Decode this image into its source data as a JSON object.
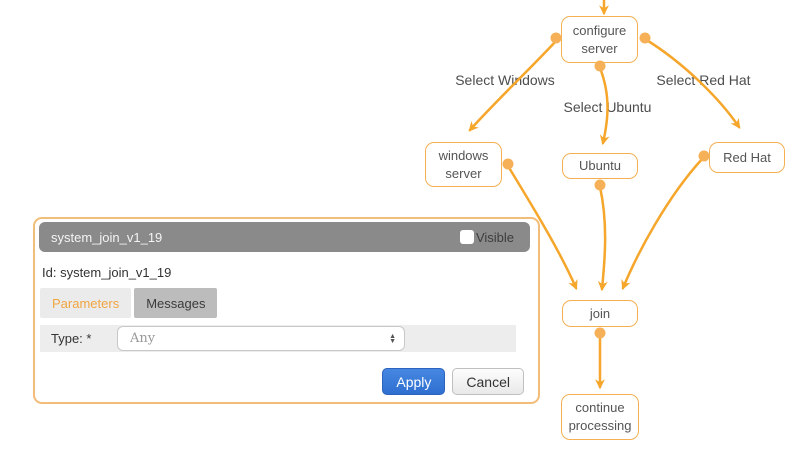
{
  "diagram": {
    "colors": {
      "edge": "#F5A62B",
      "node_border": "#F5B054",
      "port": "#F6B158"
    },
    "nodes": {
      "configure_server": {
        "label": "configure\nserver"
      },
      "windows_server": {
        "label": "windows\nserver"
      },
      "ubuntu": {
        "label": "Ubuntu"
      },
      "red_hat": {
        "label": "Red Hat"
      },
      "join": {
        "label": "join"
      },
      "continue_processing": {
        "label": "continue\nprocessing"
      }
    },
    "edge_labels": {
      "select_windows": "Select Windows",
      "select_ubuntu": "Select Ubuntu",
      "select_red_hat": "Select Red Hat"
    }
  },
  "panel": {
    "title": "system_join_v1_19",
    "visible_label": "Visible",
    "visible_checked": false,
    "id_text": "Id: system_join_v1_19",
    "tabs": [
      {
        "label": "Parameters",
        "active": true
      },
      {
        "label": "Messages",
        "active": false
      }
    ],
    "form": {
      "type_label": "Type: *",
      "type_value": "Any"
    },
    "buttons": {
      "apply": "Apply",
      "cancel": "Cancel"
    }
  },
  "icons": {
    "stepper_up": "▲",
    "stepper_down": "▼"
  }
}
